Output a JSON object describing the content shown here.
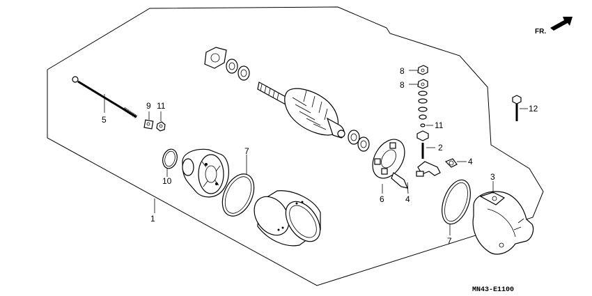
{
  "diagram": {
    "code": "MN43-E1100",
    "front_label": "FR."
  },
  "callouts": [
    "1",
    "2",
    "3",
    "4",
    "4",
    "5",
    "6",
    "7",
    "7",
    "8",
    "8",
    "9",
    "10",
    "11",
    "11",
    "12"
  ]
}
